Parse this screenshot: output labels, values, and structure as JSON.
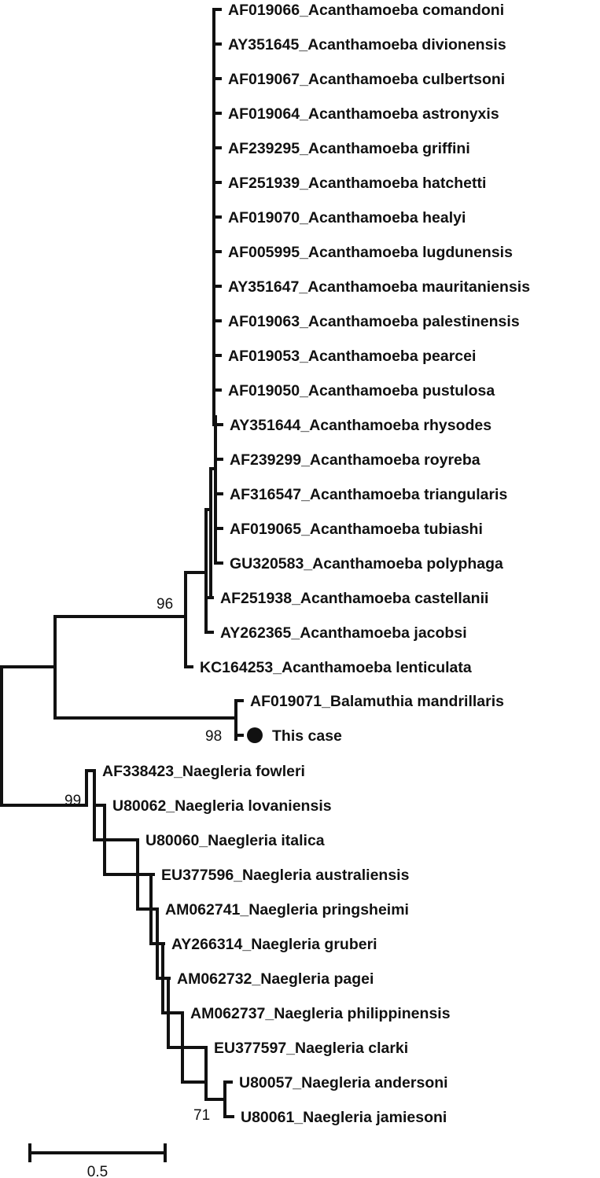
{
  "taxa": [
    {
      "label": "AF019066_Acanthamoeba comandoni"
    },
    {
      "label": "AY351645_Acanthamoeba divionensis"
    },
    {
      "label": "AF019067_Acanthamoeba culbertsoni"
    },
    {
      "label": "AF019064_Acanthamoeba astronyxis"
    },
    {
      "label": "AF239295_Acanthamoeba griffini"
    },
    {
      "label": "AF251939_Acanthamoeba hatchetti"
    },
    {
      "label": "AF019070_Acanthamoeba healyi"
    },
    {
      "label": "AF005995_Acanthamoeba lugdunensis"
    },
    {
      "label": "AY351647_Acanthamoeba mauritaniensis"
    },
    {
      "label": "AF019063_Acanthamoeba palestinensis"
    },
    {
      "label": "AF019053_Acanthamoeba pearcei"
    },
    {
      "label": "AF019050_Acanthamoeba pustulosa"
    },
    {
      "label": "AY351644_Acanthamoeba rhysodes"
    },
    {
      "label": "AF239299_Acanthamoeba royreba"
    },
    {
      "label": "AF316547_Acanthamoeba triangularis"
    },
    {
      "label": "AF019065_Acanthamoeba tubiashi"
    },
    {
      "label": "GU320583_Acanthamoeba polyphaga"
    },
    {
      "label": "AF251938_Acanthamoeba castellanii"
    },
    {
      "label": "AY262365_Acanthamoeba jacobsi"
    },
    {
      "label": "KC164253_Acanthamoeba lenticulata"
    },
    {
      "label": "AF019071_Balamuthia mandrillaris"
    },
    {
      "label": "This case",
      "marker": "filled-circle"
    },
    {
      "label": "AF338423_Naegleria fowleri"
    },
    {
      "label": "U80062_Naegleria lovaniensis"
    },
    {
      "label": "U80060_Naegleria italica"
    },
    {
      "label": "EU377596_Naegleria australiensis"
    },
    {
      "label": "AM062741_Naegleria pringsheimi"
    },
    {
      "label": "AY266314_Naegleria gruberi"
    },
    {
      "label": "AM062732_Naegleria pagei"
    },
    {
      "label": "AM062737_Naegleria philippinensis"
    },
    {
      "label": "EU377597_Naegleria clarki"
    },
    {
      "label": "U80057_Naegleria andersoni"
    },
    {
      "label": "U80061_Naegleria jamiesoni"
    }
  ],
  "bootstrap": {
    "acanthamoeba": "96",
    "balamuthia": "98",
    "naegleria": "99",
    "andersoni_jamiesoni": "71"
  },
  "scale_bar": {
    "label": "0.5",
    "value": 0.5
  },
  "colors": {
    "line": "#111111",
    "text": "#111111",
    "background": "#ffffff"
  }
}
